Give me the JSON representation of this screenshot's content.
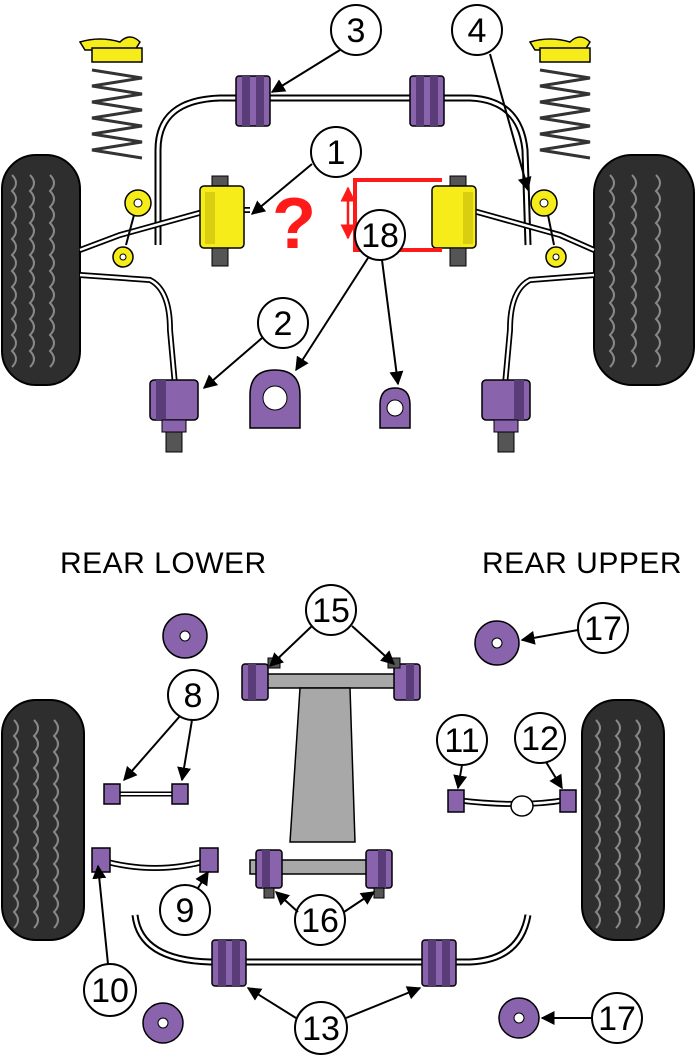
{
  "section_labels": {
    "rear_lower": "REAR LOWER",
    "rear_upper": "REAR UPPER"
  },
  "callouts": {
    "c1": "1",
    "c2": "2",
    "c3": "3",
    "c4": "4",
    "c8": "8",
    "c9": "9",
    "c10": "10",
    "c11": "11",
    "c12": "12",
    "c13": "13",
    "c15": "15",
    "c16": "16",
    "c17a": "17",
    "c17b": "17",
    "c18": "18"
  },
  "annotation": {
    "question_mark": "?"
  },
  "colors": {
    "bush_purple": "#8a63ad",
    "bush_purple_dark": "#5a3d78",
    "bush_yellow": "#f5ec1a",
    "tyre_dark": "#2e2e2e",
    "frame_grey": "#a8a8a8",
    "annotation_red": "#ff1a1a",
    "line_black": "#000000"
  }
}
